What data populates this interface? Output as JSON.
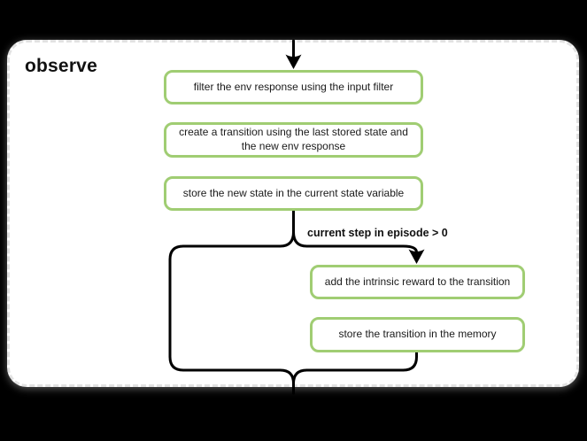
{
  "diagram": {
    "title": "observe",
    "nodes": [
      {
        "id": "filter-env-response",
        "label": "filter the env response using the input filter"
      },
      {
        "id": "create-transition",
        "label": "create a transition using the last stored state and the new env response"
      },
      {
        "id": "store-new-state",
        "label": "store the new state in the current state variable"
      },
      {
        "id": "add-intrinsic-reward",
        "label": "add the intrinsic reward to the transition"
      },
      {
        "id": "store-transition",
        "label": "store the transition in the memory"
      }
    ],
    "edges": [
      {
        "from": "start",
        "to": "filter-env-response",
        "label": ""
      },
      {
        "from": "store-new-state",
        "to": "add-intrinsic-reward",
        "label": "current step in episode > 0"
      },
      {
        "from": "store-new-state",
        "to": "end",
        "label": ""
      },
      {
        "from": "store-transition",
        "to": "end",
        "label": ""
      }
    ],
    "colors": {
      "page_background": "#000000",
      "canvas_background": "#ffffff",
      "canvas_border": "#e2e2e2",
      "node_border": "#a0cd73",
      "node_fill": "#ffffff",
      "connector": "#000000",
      "text": "#1a1a1a"
    }
  }
}
